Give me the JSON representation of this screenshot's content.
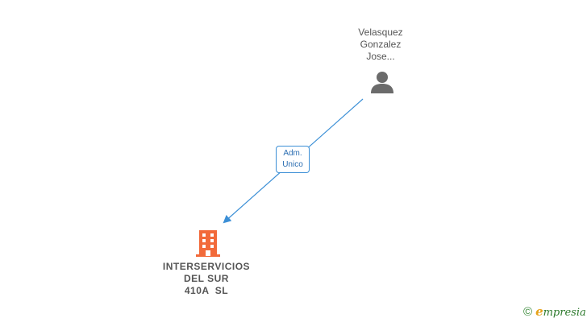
{
  "person": {
    "name_lines": [
      "Velasquez",
      "Gonzalez",
      "Jose..."
    ],
    "icon": "person-icon"
  },
  "relationship": {
    "label_lines": [
      "Adm.",
      "Unico"
    ]
  },
  "company": {
    "name_lines": [
      "INTERSERVICIOS",
      "DEL SUR",
      "410A  SL"
    ],
    "icon": "building-icon"
  },
  "watermark": {
    "symbol": "©",
    "brand_initial": "e",
    "brand_rest": "mpresia"
  },
  "colors": {
    "edge": "#3b8fd6",
    "company_icon": "#f26a3a",
    "person_icon": "#6b6b6b",
    "brand": "#2c7a2c"
  }
}
